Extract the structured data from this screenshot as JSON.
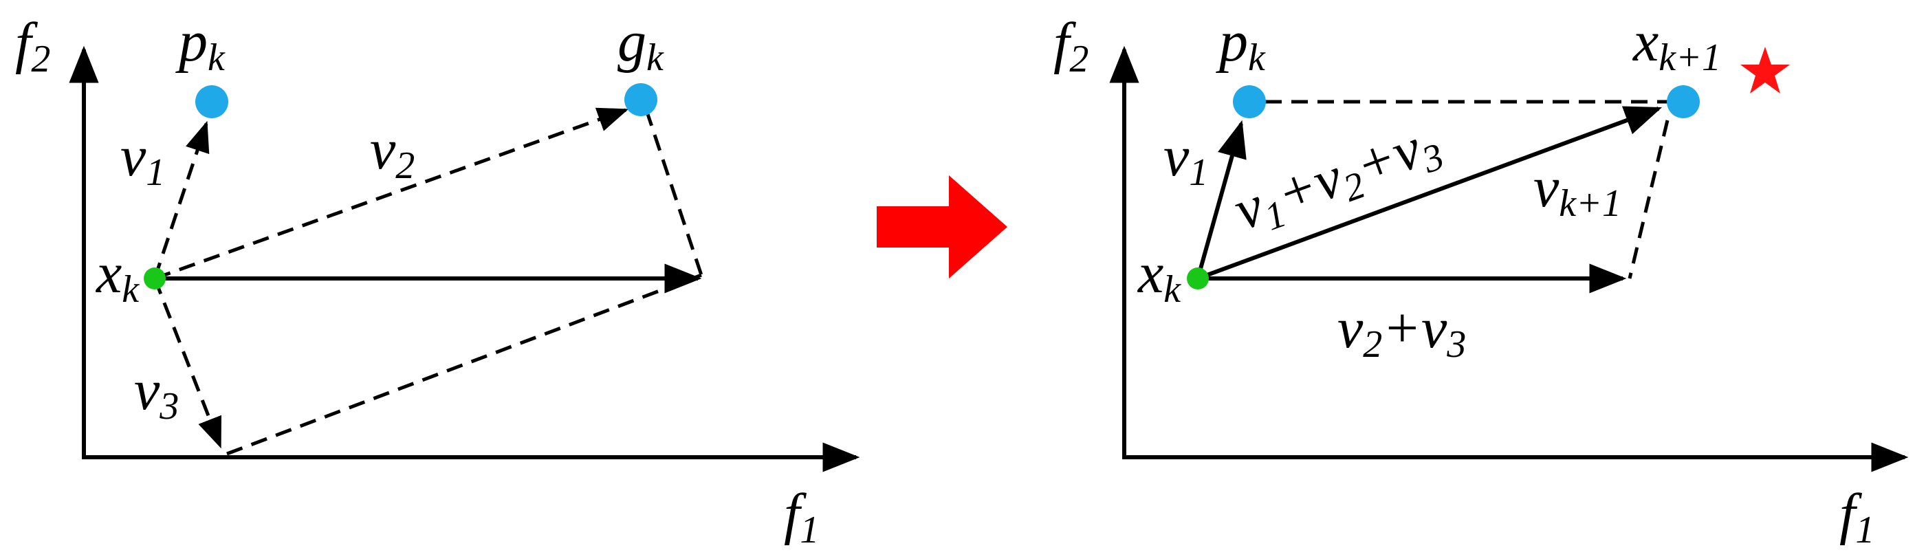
{
  "colors": {
    "point_blue": "#1fa9e8",
    "point_green": "#19c719",
    "arrow_red": "#ff0000",
    "star_red": "#ff1111",
    "ink": "#000000"
  },
  "left_panel": {
    "y_axis": {
      "main": "f",
      "sub": "2"
    },
    "x_axis": {
      "main": "f",
      "sub": "1"
    },
    "p": {
      "main": "p",
      "sub": "k"
    },
    "g": {
      "main": "g",
      "sub": "k"
    },
    "x": {
      "main": "x",
      "sub": "k"
    },
    "v1": {
      "main": "v",
      "sub": "1"
    },
    "v2": {
      "main": "v",
      "sub": "2"
    },
    "v3": {
      "main": "v",
      "sub": "3"
    }
  },
  "transition_icon": "right-arrow-icon",
  "right_panel": {
    "y_axis": {
      "main": "f",
      "sub": "2"
    },
    "x_axis": {
      "main": "f",
      "sub": "1"
    },
    "p": {
      "main": "p",
      "sub": "k"
    },
    "xnext": {
      "main": "x",
      "sub": "k+1"
    },
    "x": {
      "main": "x",
      "sub": "k"
    },
    "v1": {
      "main": "v",
      "sub": "1"
    },
    "sum3": {
      "t1": "v",
      "s1": "1",
      "p1": "+",
      "t2": "v",
      "s2": "2",
      "p2": "+",
      "t3": "v",
      "s3": "3"
    },
    "vnext": {
      "main": "v",
      "sub": "k+1"
    },
    "sum2": {
      "t1": "v",
      "s1": "2",
      "p1": "+",
      "t2": "v",
      "s2": "3"
    },
    "best_icon": "star-icon"
  }
}
